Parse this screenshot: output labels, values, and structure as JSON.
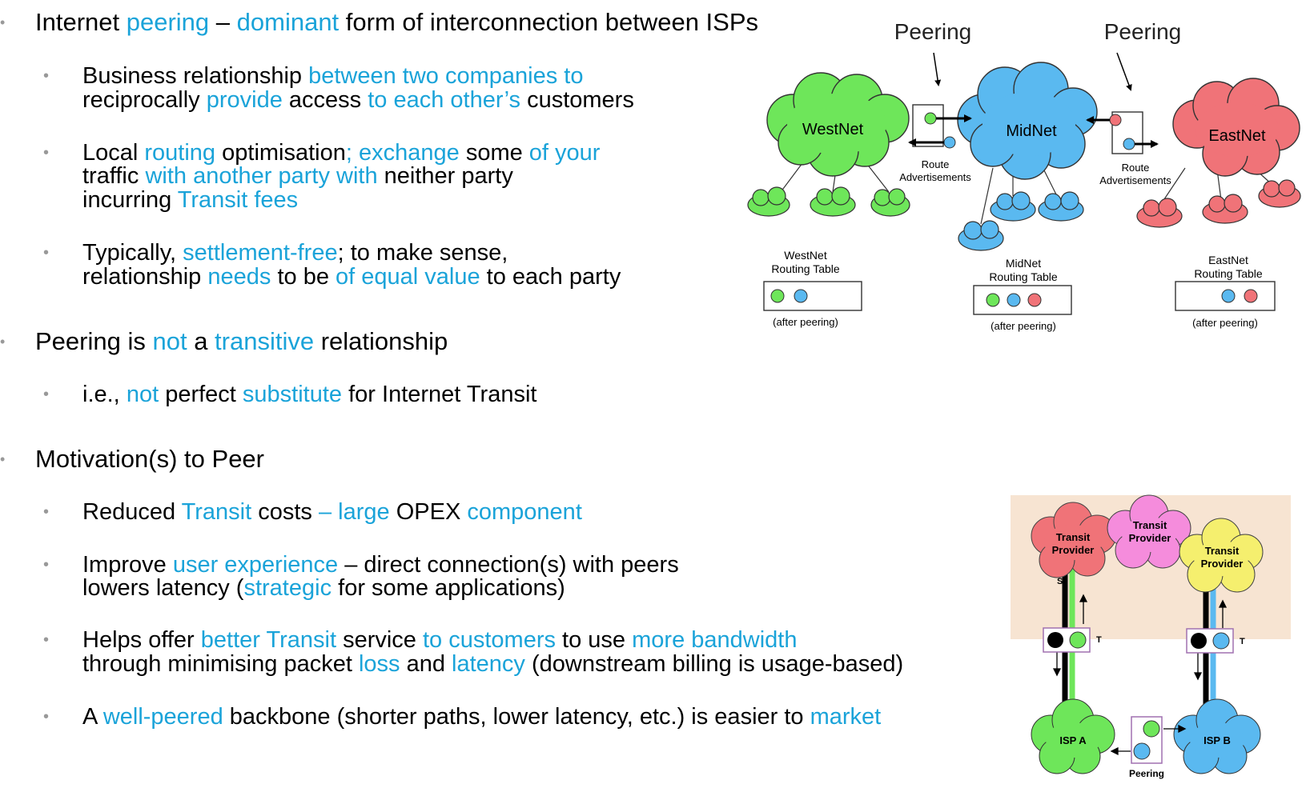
{
  "bullets": {
    "b1": [
      "Internet ",
      "peering",
      " – ",
      "dominant",
      " form of interconnection between ISPs"
    ],
    "b1_1_l1": [
      "Business relationship",
      " between two companies to"
    ],
    "b1_1_l2": [
      "reciprocally",
      " provide ",
      "access",
      " to each other’s ",
      "customers"
    ],
    "b1_2_l1": [
      "Local",
      " routing ",
      "optimisation",
      "; exchange ",
      "some",
      " of your"
    ],
    "b1_2_l2": [
      "traffic",
      " with another party with ",
      "neither party"
    ],
    "b1_2_l3": [
      "incurring ",
      "Transit fees"
    ],
    "b1_3_l1": [
      "Typically, ",
      "settlement-free",
      ";  to make sense,"
    ],
    "b1_3_l2": [
      "relationship ",
      "needs",
      " to be ",
      "of equal value",
      " to each party"
    ],
    "b2": [
      "Peering  is ",
      "not",
      " a ",
      "transitive",
      "  relationship"
    ],
    "b2_1": [
      "i.e., ",
      "not",
      " perfect ",
      "substitute",
      " for Internet Transit"
    ],
    "b3": [
      "Motivation(s)  to Peer"
    ],
    "b3_1": [
      "Reduced",
      " Transit ",
      "costs",
      " – large ",
      "OPEX",
      " component"
    ],
    "b3_2_l1": [
      "Improve ",
      "user experience",
      " – direct connection(s) with peers"
    ],
    "b3_2_l2": [
      "lowers latency (",
      "strategic",
      " for some applications)"
    ],
    "b3_3_l1": [
      "Helps offer ",
      "better Transit",
      " service ",
      "to customers",
      " to use ",
      "more bandwidth"
    ],
    "b3_3_l2": [
      "through minimising packet ",
      "loss",
      " and ",
      "latency",
      " (downstream billing is usage-based)"
    ],
    "b3_4": [
      "A ",
      "well-peered",
      " backbone (shorter paths, lower latency, etc.) is easier to ",
      "market"
    ]
  },
  "diagram1": {
    "peering_label_left": "Peering",
    "peering_label_right": "Peering",
    "westnet": "WestNet",
    "midnet": "MidNet",
    "eastnet": "EastNet",
    "route_l1": "Route",
    "route_l2": "Advertisements",
    "route2_l1": "Route",
    "route2_l2": "Advertisements",
    "west_table_l1": "WestNet",
    "west_table_l2": "Routing Table",
    "mid_table_l1": "MidNet",
    "mid_table_l2": "Routing Table",
    "east_table_l1": "EastNet",
    "east_table_l2": "Routing Table",
    "after_peering_1": "(after peering)",
    "after_peering_2": "(after peering)",
    "after_peering_3": "(after peering)"
  },
  "diagram2": {
    "tp1_l1": "Transit",
    "tp1_l2": "Provider",
    "tp2_l1": "Transit",
    "tp2_l2": "Provider",
    "tp3_l1": "Transit",
    "tp3_l2": "Provider",
    "isp_a": "ISP A",
    "isp_b": "ISP B",
    "peering": "Peering",
    "s_label": "S",
    "t_label_1": "T",
    "t_label_2": "T"
  },
  "colors": {
    "highlight": "#1aa3d9",
    "green": "#6ee65a",
    "blue": "#5ab9f0",
    "red": "#f07378",
    "pink": "#f58cdc",
    "yellow": "#f5ef6e",
    "tan": "#f7e4d2"
  }
}
